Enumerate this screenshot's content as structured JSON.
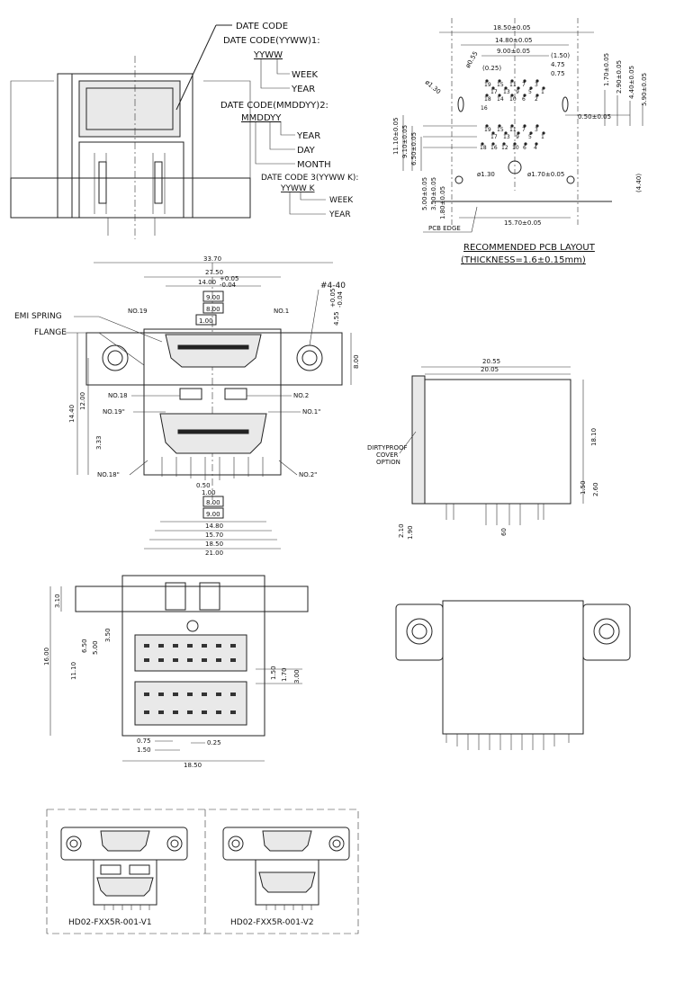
{
  "date_code": {
    "title": "DATE CODE",
    "yyww_title": "DATE CODE(YYWW)1:",
    "yyww_code": "YYWW",
    "week": "WEEK",
    "year": "YEAR",
    "mmddyy_title": "DATE CODE(MMDDYY)2:",
    "mmddyy_code": "MMDDYY",
    "year2": "YEAR",
    "day": "DAY",
    "month": "MONTH",
    "code3_title": "DATE CODE 3(YYWW K):",
    "code3_code": "YYWW K",
    "week3": "WEEK",
    "year3": "YEAR"
  },
  "pcb_layout": {
    "title": "RECOMMENDED PCB LAYOUT",
    "thickness": "(THICKNESS=1.6±0.15mm)",
    "pcb_edge": "PCB EDGE",
    "d_18_50": "18.50±0.05",
    "d_14_80": "14.80±0.05",
    "d_9_00": "9.00±0.05",
    "d_1_50": "(1.50)",
    "d_4_75": "4.75",
    "d_0_75": "0.75",
    "d_0_25": "(0.25)",
    "d_dia055": "ø0.55",
    "d_dia130a": "ø1.30",
    "d_1_70": "1.70±0.05",
    "d_2_90": "2.90±0.05",
    "d_4_40": "4.40±0.05",
    "d_5_90": "5.90±0.05",
    "d_0_50": "0.50±0.05",
    "d_11_10": "11.10±0.05",
    "d_9_10": "9.10±0.05",
    "d_6_50": "6.50±0.05",
    "d_5_00": "5.00±0.05",
    "d_3_50": "3.50±0.05",
    "d_1_80": "1.80±0.05",
    "d_dia130b": "ø1.30",
    "d_dia170": "ø1.70±0.05",
    "d_4_40p": "(4.40)",
    "d_15_70": "15.70±0.05"
  },
  "front_view": {
    "d_33_70": "33.70",
    "d_27_50": "27.50",
    "d_14_00": "14.00",
    "d_14_00_tol_upper": "+0.05",
    "d_14_00_tol_lower": "-0.04",
    "box_9_00": "9.00",
    "box_8_00": "8.00",
    "box_1_00": "1.00",
    "no19": "NO.19",
    "no1": "NO.1",
    "screw": "#4-40",
    "emi": "EMI SPRING",
    "flange": "FLANGE",
    "d_4_55": "4.55",
    "d_4_55_tol_upper": "+0.05",
    "d_4_55_tol_lower": "-0.04",
    "d_8_00": "8.00",
    "no18": "NO.18",
    "no2": "NO.2",
    "no19p": "NO.19\"",
    "no1p": "NO.1\"",
    "d_14_40": "14.40",
    "d_12_00": "12.00",
    "d_3_33": "3.33",
    "no18p": "NO.18\"",
    "no2p": "NO.2\"",
    "d_0_50": "0.50",
    "d_1_00": "1.00",
    "box_8_00b": "8.00",
    "box_9_00b": "9.00",
    "d_14_80": "14.80",
    "d_15_70": "15.70",
    "d_18_50": "18.50",
    "d_21_00": "21.00"
  },
  "side_view": {
    "d_20_55": "20.55",
    "d_20_05": "20.05",
    "dirtyproof_1": "DIRTYPROOF",
    "dirtyproof_2": "COVER",
    "dirtyproof_3": "OPTION",
    "d_18_10": "18.10",
    "d_1_50": "1.50",
    "d_2_60": "2.60",
    "d_2_10": "2.10",
    "d_1_90": "1.90",
    "d_60": "60"
  },
  "bottom_view": {
    "d_3_10": "3.10",
    "d_16_00": "16.00",
    "d_6_50": "6.50",
    "d_5_00": "5.00",
    "d_3_50": "3.50",
    "d_11_10": "11.10",
    "d_1_50": "1.50",
    "d_1_70": "1.70",
    "d_3_00": "3.00",
    "d_0_75": "0.75",
    "d_1_50b": "1.50",
    "d_0_25": "0.25",
    "d_18_50": "18.50"
  },
  "pin_numbers": {
    "row_top_odd": [
      "19",
      "15",
      "11",
      "7",
      "3"
    ],
    "row_top_even": [
      "17",
      "13",
      "9",
      "5",
      "1"
    ],
    "row_upper_even": [
      "18",
      "14",
      "10",
      "6",
      "2"
    ],
    "row_upper_last": "16",
    "row_b1": [
      "19",
      "15",
      "11",
      "7",
      "3"
    ],
    "row_b2": [
      "17",
      "13",
      "9",
      "5",
      "1"
    ],
    "row_b3": [
      "18",
      "16",
      "12",
      "10",
      "6",
      "4"
    ]
  },
  "variants": {
    "v1": "HD02-FXX5R-001-V1",
    "v2": "HD02-FXX5R-001-V2"
  }
}
